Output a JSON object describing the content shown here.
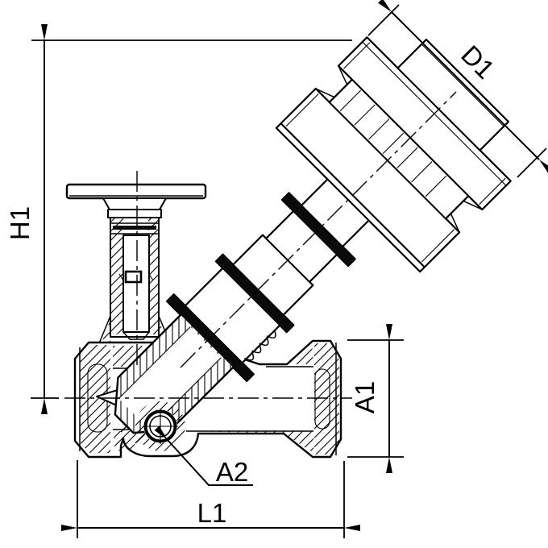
{
  "drawing": {
    "title": "inclined-stem balancing valve sectional drawing",
    "labels": {
      "height": "H1",
      "handwheel_diameter": "D1",
      "port_size": "A1",
      "drain_port": "A2",
      "length": "L1"
    },
    "colors": {
      "line": "#000000",
      "background": "#ffffff"
    }
  }
}
